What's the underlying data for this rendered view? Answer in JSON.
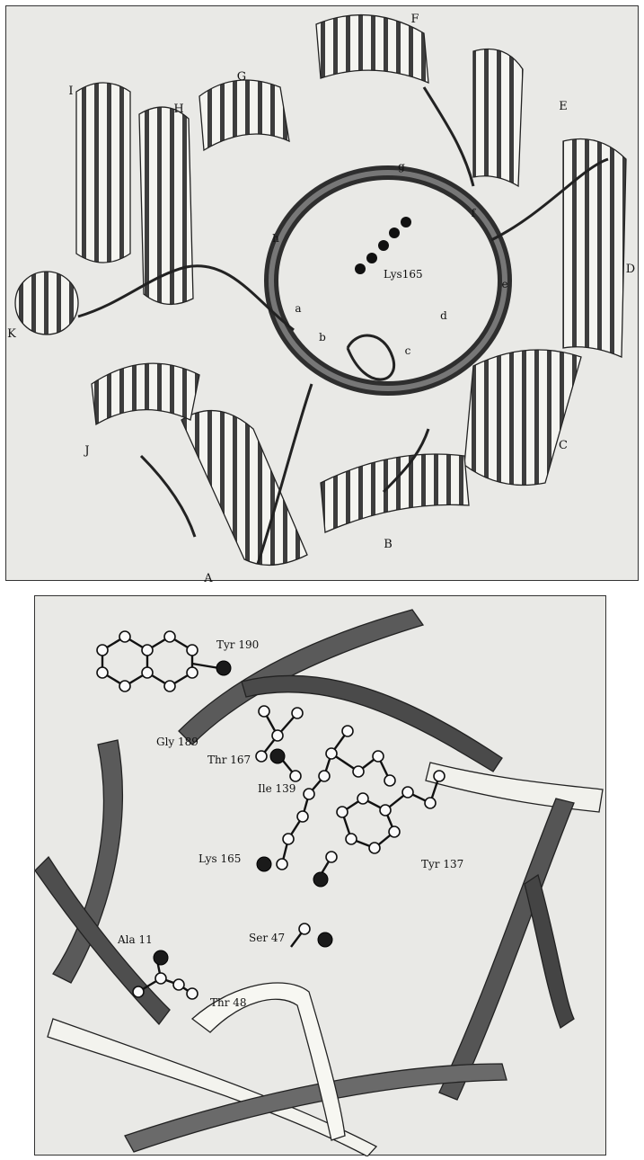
{
  "top_panel": {
    "helix_labels": [
      "A",
      "B",
      "C",
      "D",
      "E",
      "F",
      "G",
      "H",
      "I",
      "J",
      "K"
    ],
    "strand_labels": [
      "a",
      "b",
      "c",
      "d",
      "e",
      "f",
      "g",
      "h"
    ],
    "active_site_label": "Lys165"
  },
  "bottom_panel": {
    "residue_labels": [
      "Tyr 190",
      "Gly 189",
      "Thr 167",
      "Ile 139",
      "Lys 165",
      "Tyr 137",
      "Ser 47",
      "Ala 11",
      "Thr 48"
    ]
  },
  "colors": {
    "background": "#e9e9e6",
    "ribbon_dark": "#4a4a4a",
    "ribbon_light": "#f4f4f0",
    "atom_dark": "#1a1a1a"
  }
}
